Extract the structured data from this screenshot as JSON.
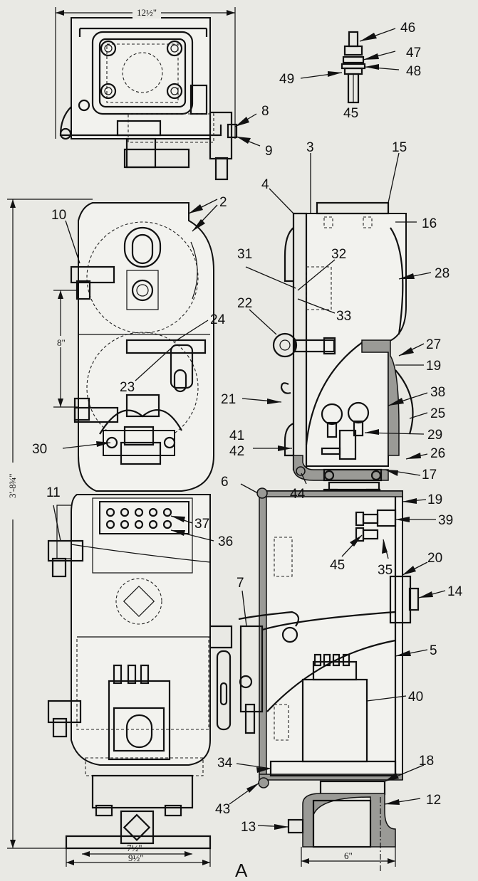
{
  "figure_label": "A",
  "dimensions": {
    "top_width": "12½\"",
    "height_8": "8\"",
    "overall_height": "3'-8¾\"",
    "base_7": "7½\"",
    "base_9": "9½\"",
    "side_base": "6\""
  },
  "callouts": [
    {
      "id": "c46",
      "text": "46"
    },
    {
      "id": "c47",
      "text": "47"
    },
    {
      "id": "c48",
      "text": "48"
    },
    {
      "id": "c49",
      "text": "49"
    },
    {
      "id": "c45a",
      "text": "45"
    },
    {
      "id": "c8",
      "text": "8"
    },
    {
      "id": "c9",
      "text": "9"
    },
    {
      "id": "c3",
      "text": "3"
    },
    {
      "id": "c15",
      "text": "15"
    },
    {
      "id": "c4",
      "text": "4"
    },
    {
      "id": "c16",
      "text": "16"
    },
    {
      "id": "c2",
      "text": "2"
    },
    {
      "id": "c10",
      "text": "10"
    },
    {
      "id": "c31",
      "text": "31"
    },
    {
      "id": "c32",
      "text": "32"
    },
    {
      "id": "c28",
      "text": "28"
    },
    {
      "id": "c33",
      "text": "33"
    },
    {
      "id": "c22",
      "text": "22"
    },
    {
      "id": "c24",
      "text": "24"
    },
    {
      "id": "c27",
      "text": "27"
    },
    {
      "id": "c19a",
      "text": "19"
    },
    {
      "id": "c23",
      "text": "23"
    },
    {
      "id": "c21",
      "text": "21"
    },
    {
      "id": "c38",
      "text": "38"
    },
    {
      "id": "c25",
      "text": "25"
    },
    {
      "id": "c30",
      "text": "30"
    },
    {
      "id": "c41",
      "text": "41"
    },
    {
      "id": "c42",
      "text": "42"
    },
    {
      "id": "c29",
      "text": "29"
    },
    {
      "id": "c26",
      "text": "26"
    },
    {
      "id": "c17",
      "text": "17"
    },
    {
      "id": "c44",
      "text": "44"
    },
    {
      "id": "c6",
      "text": "6"
    },
    {
      "id": "c19b",
      "text": "19"
    },
    {
      "id": "c11",
      "text": "11"
    },
    {
      "id": "c37",
      "text": "37"
    },
    {
      "id": "c39",
      "text": "39"
    },
    {
      "id": "c36",
      "text": "36"
    },
    {
      "id": "c45b",
      "text": "45"
    },
    {
      "id": "c35",
      "text": "35"
    },
    {
      "id": "c20",
      "text": "20"
    },
    {
      "id": "c14",
      "text": "14"
    },
    {
      "id": "c7",
      "text": "7"
    },
    {
      "id": "c5",
      "text": "5"
    },
    {
      "id": "c40",
      "text": "40"
    },
    {
      "id": "c34",
      "text": "34"
    },
    {
      "id": "c18",
      "text": "18"
    },
    {
      "id": "c43",
      "text": "43"
    },
    {
      "id": "c12",
      "text": "12"
    },
    {
      "id": "c13",
      "text": "13"
    }
  ]
}
